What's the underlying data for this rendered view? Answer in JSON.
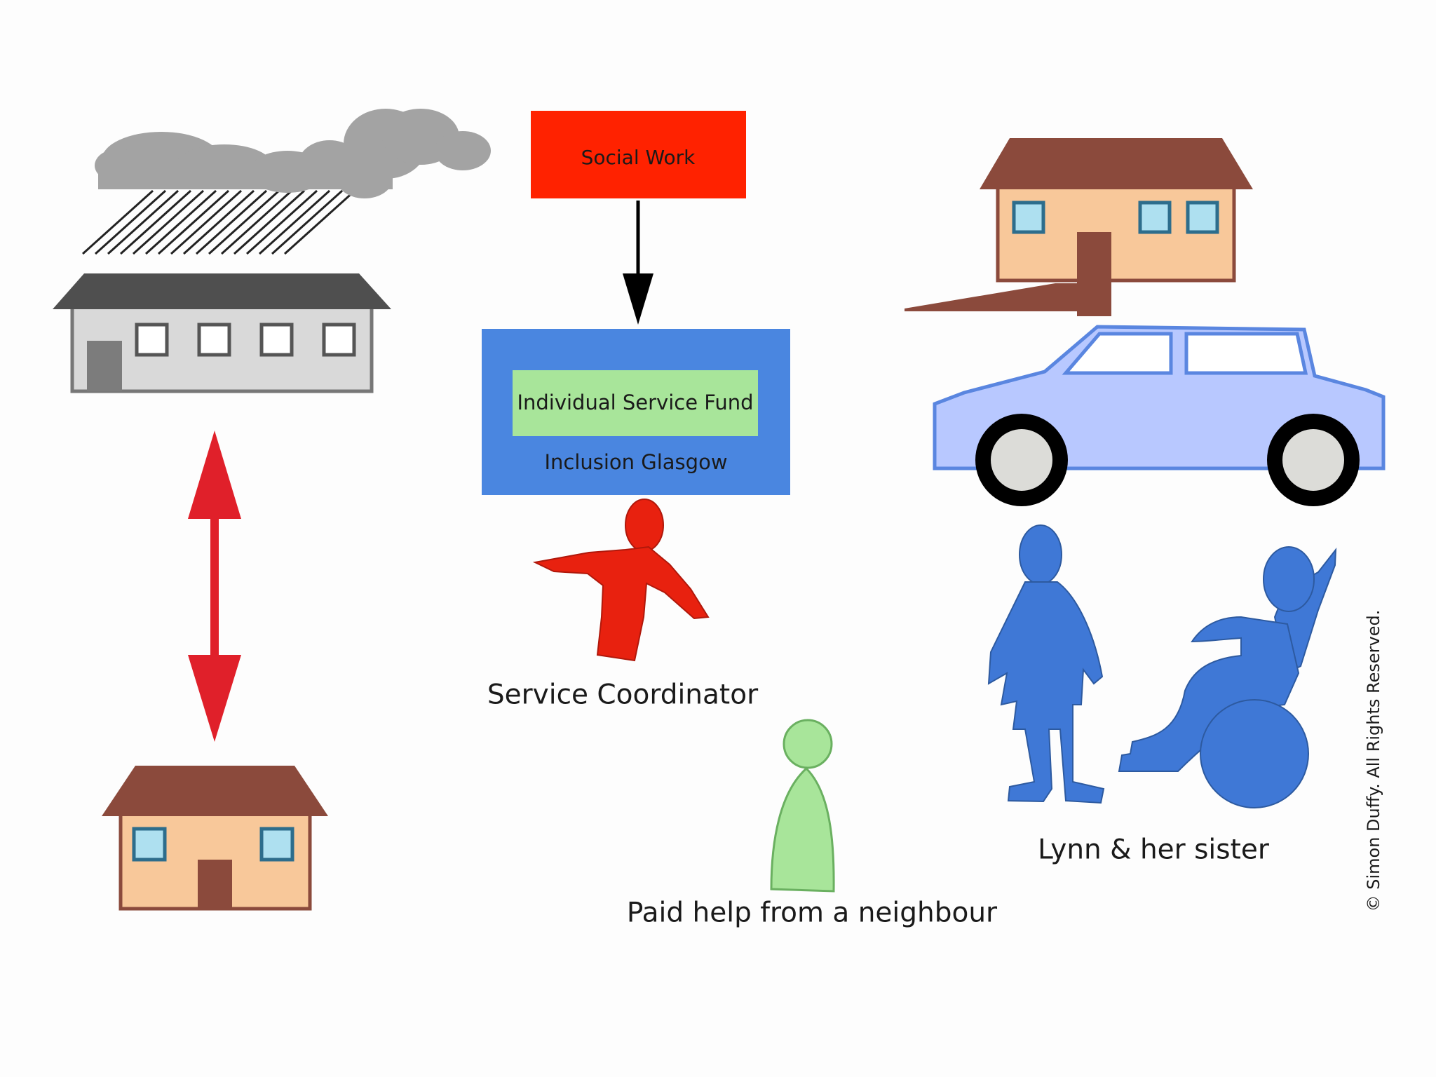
{
  "boxes": {
    "social_work": "Social Work",
    "individual_service_fund": "Individual Service Fund",
    "inclusion_glasgow": "Inclusion Glasgow"
  },
  "labels": {
    "service_coordinator": "Service Coordinator",
    "paid_help": "Paid help from a neighbour",
    "lynn_sister": "Lynn & her sister"
  },
  "copyright": "© Simon Duffy. All Rights Reserved.",
  "colors": {
    "social_work_box": "#ff2200",
    "inclusion_box": "#4a86e0",
    "fund_box": "#a8e59a",
    "coordinator": "#e8210f",
    "people": "#3f78d6",
    "neighbour": "#a8e59a",
    "car": "#b8c8ff",
    "house_roof": "#8b4a3c",
    "house_wall": "#f8c89a",
    "arrow_red": "#e0202a"
  }
}
